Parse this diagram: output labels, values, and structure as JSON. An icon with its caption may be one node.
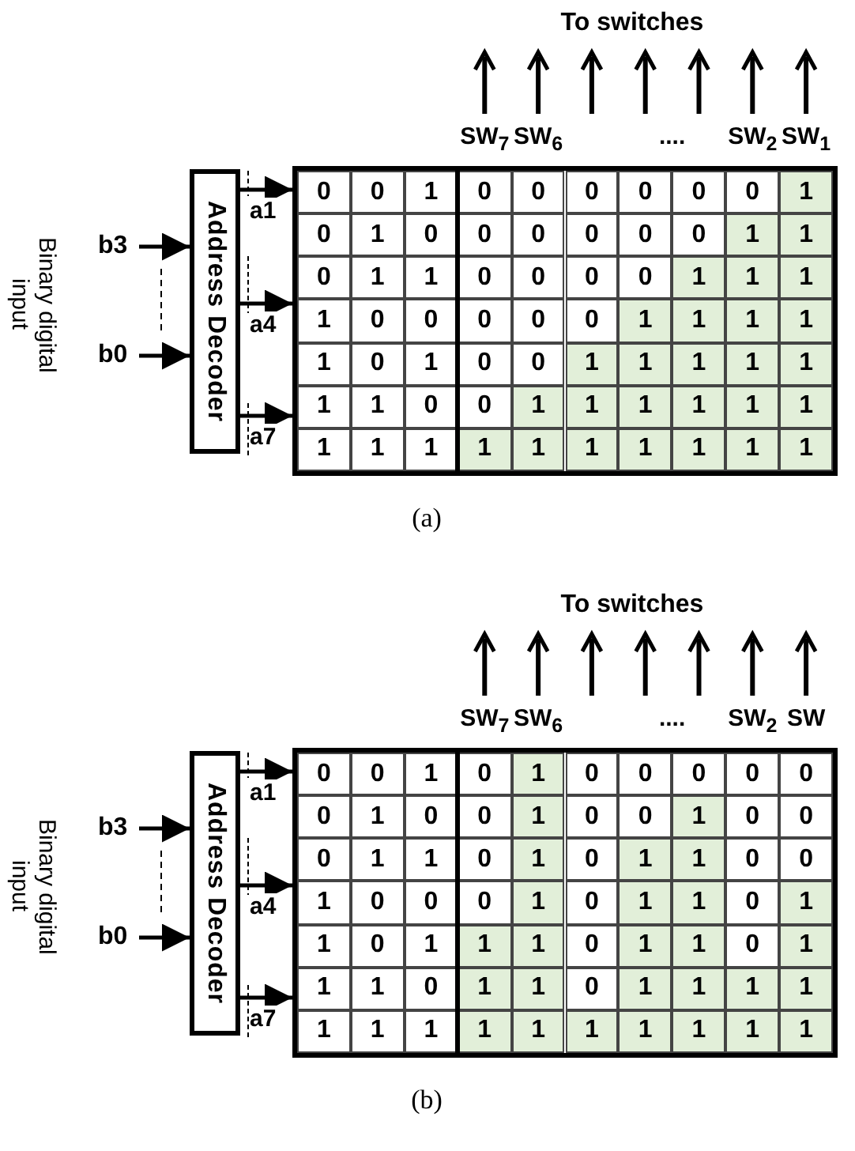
{
  "diagram": {
    "nodes": [
      {
        "text": [
          "b3"
        ]
      },
      {
        "text": [
          "b0"
        ]
      },
      {
        "text": [
          "Address Decoder"
        ]
      },
      {
        "text": [],
        "shape": "box"
      },
      {
        "text": [
          "b3"
        ]
      },
      {
        "text": [
          "b0"
        ]
      },
      {
        "text": [
          "Address Decoder"
        ]
      },
      {
        "text": [],
        "shape": "box"
      }
    ],
    "edges": [
      {
        "from": 0,
        "to": 2,
        "arrow": "to"
      },
      {
        "from": 1,
        "to": 2,
        "arrow": "to"
      },
      {
        "from": 2,
        "to": 3,
        "arrow": "to",
        "label": "a1"
      },
      {
        "from": 2,
        "to": 3,
        "arrow": "to",
        "label": "a4"
      },
      {
        "from": 2,
        "to": 3,
        "arrow": "to",
        "label": "a7"
      },
      {
        "from": 4,
        "to": 6,
        "arrow": "to"
      },
      {
        "from": 5,
        "to": 6,
        "arrow": "to"
      },
      {
        "from": 6,
        "to": 7,
        "arrow": "to",
        "label": "a1"
      },
      {
        "from": 6,
        "to": 7,
        "arrow": "to",
        "label": "a4"
      },
      {
        "from": 6,
        "to": 7,
        "arrow": "to",
        "label": "a7"
      }
    ],
    "labels": [
      "To switches",
      "SW$_{7}$",
      "SW$_{6}$",
      "....",
      "SW$_{2}$",
      "SW$_{1}$",
      "Binary digital input",
      "0",
      "0",
      "1",
      "0",
      "0",
      "0",
      "0",
      "0",
      "0",
      "1",
      "0",
      "1",
      "0",
      "0",
      "0",
      "0",
      "0",
      "0",
      "1",
      "1",
      "0",
      "1",
      "1",
      "0",
      "0",
      "0",
      "0",
      "1",
      "1",
      "1",
      "1",
      "0",
      "0",
      "0",
      "0",
      "0",
      "1",
      "1",
      "1",
      "1",
      "1",
      "0",
      "1",
      "0",
      "0",
      "1",
      "1",
      "1",
      "1",
      "1",
      "1",
      "1",
      "0",
      "0",
      "1",
      "1",
      "1",
      "1",
      "1",
      "1",
      "1",
      "1",
      "1",
      "1",
      "1",
      "1",
      "1",
      "1",
      "1",
      "1",
      "(a)",
      "To switches",
      "SW$_{7}$",
      "SW$_{6}$",
      "....",
      "SW$_{2}$",
      "SW",
      "Binary digital input",
      "0",
      "0",
      "1",
      "0",
      "1",
      "0",
      "0",
      "0",
      "0",
      "0",
      "0",
      "1",
      "0",
      "0",
      "1",
      "0",
      "0",
      "1",
      "0",
      "0",
      "0",
      "1",
      "1",
      "0",
      "1",
      "0",
      "1",
      "1",
      "0",
      "0",
      "1",
      "0",
      "0",
      "0",
      "1",
      "0",
      "1",
      "1",
      "0",
      "1",
      "1",
      "0",
      "1",
      "1",
      "1",
      "0",
      "1",
      "1",
      "0",
      "1",
      "1",
      "1",
      "0",
      "1",
      "1",
      "0",
      "1",
      "1",
      "1",
      "1",
      "1",
      "1",
      "1",
      "1",
      "1",
      "1",
      "1",
      "1",
      "1",
      "1",
      "(b)"
    ]
  }
}
